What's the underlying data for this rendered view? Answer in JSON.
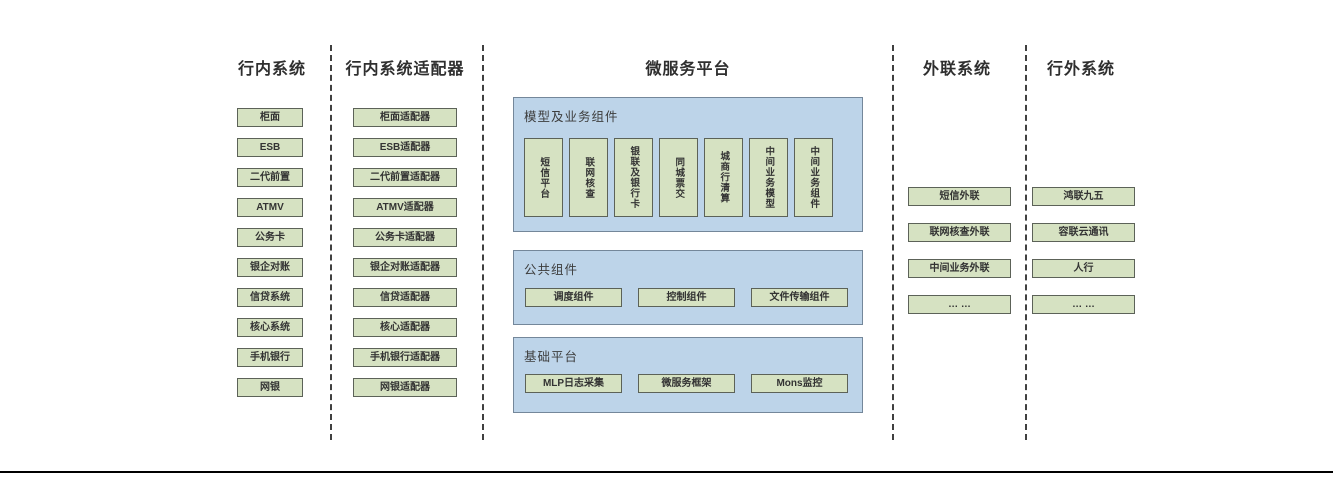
{
  "col_internal": {
    "title": "行内系统",
    "items": [
      "柜面",
      "ESB",
      "二代前置",
      "ATMV",
      "公务卡",
      "银企对账",
      "信贷系统",
      "核心系统",
      "手机银行",
      "网银"
    ]
  },
  "col_adapter": {
    "title": "行内系统适配器",
    "items": [
      "柜面适配器",
      "ESB适配器",
      "二代前置适配器",
      "ATMV适配器",
      "公务卡适配器",
      "银企对账适配器",
      "信贷适配器",
      "核心适配器",
      "手机银行适配器",
      "网银适配器"
    ]
  },
  "platform": {
    "title": "微服务平台",
    "model_section": {
      "title": "模型及业务组件",
      "items": [
        "短信平台",
        "联网核查",
        "银联及银行卡",
        "同城票交",
        "城商行清算",
        "中间业务模型",
        "中间业务组件"
      ]
    },
    "common_section": {
      "title": "公共组件",
      "items": [
        "调度组件",
        "控制组件",
        "文件传输组件"
      ]
    },
    "base_section": {
      "title": "基础平台",
      "items": [
        "MLP日志采集",
        "微服务框架",
        "Mons监控"
      ]
    }
  },
  "col_external": {
    "title": "外联系统",
    "items": [
      "短信外联",
      "联网核查外联",
      "中间业务外联",
      "… …"
    ]
  },
  "col_outside": {
    "title": "行外系统",
    "items": [
      "鸿联九五",
      "容联云通讯",
      "人行",
      "… …"
    ]
  },
  "colors": {
    "box_green": "#d6e2c2",
    "box_border": "#5c6258",
    "panel_blue": "#bdd4e9",
    "panel_border": "#74879a",
    "divider": "#404040",
    "bottom_rule": "#000000"
  }
}
